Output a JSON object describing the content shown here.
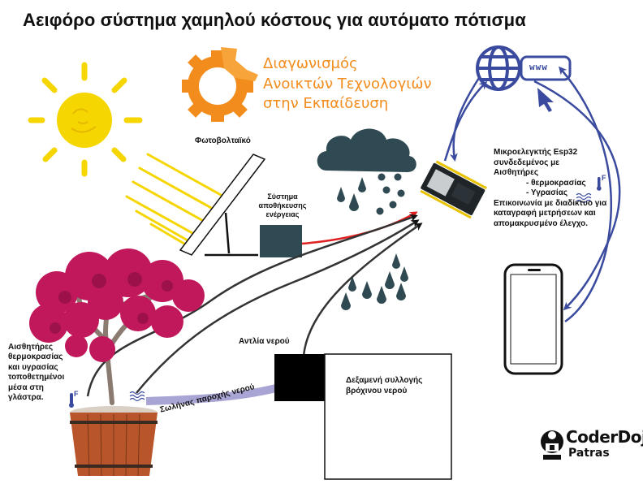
{
  "title": "Αειφόρο σύστημα χαμηλού κόστους για αυτόματο πότισμα",
  "logo": {
    "line1": "Διαγωνισμός",
    "line2": "Ανοικτών Τεχνολογιών",
    "line3": "στην Εκπαίδευση"
  },
  "labels": {
    "solar_panel": "Φωτοβολταϊκό",
    "storage_line1": "Σύστημα",
    "storage_line2": "αποθήκευσης",
    "storage_line3": "ενέργειας",
    "pump": "Αντλία νερού",
    "tank_line1": "Δεξαμενή συλλογής",
    "tank_line2": "βρόχινου νερού",
    "pipe": "Σωλήνας παροχής νερού",
    "sensors_line1": "Αισθητήρες",
    "sensors_line2": "θερμοκρασίας",
    "sensors_line3": "και υγρασίας",
    "sensors_line4": "τοποθετημένοι",
    "sensors_line5": "μέσα στη",
    "sensors_line6": "γλάστρα.",
    "mcu_line1": "Μικροελεγκτής Esp32",
    "mcu_line2": "συνδεδεμένος με",
    "mcu_line3": "Αισθητήρες",
    "mcu_line4": "- θερμοκρασίας",
    "mcu_line5": "- Υγρασίας",
    "mcu_line6": "Επικοινωνία με διαδίκτυο για",
    "mcu_line7": "καταγραφή μετρήσεων και",
    "mcu_line8": "απομακρυσμένο έλεγχο.",
    "www": "www",
    "thermo_unit": "F"
  },
  "coderdojo": {
    "name": "CoderDojo",
    "city": "Patras"
  },
  "colors": {
    "orange": "#f28c1c",
    "sun": "#f5d600",
    "rain": "#2f4a52",
    "battery": "#2f4a52",
    "red_wire": "#e02020",
    "wire": "#333333",
    "arrow_blue": "#3a4a9e",
    "flower": "#c0185a",
    "pot": "#b8552a",
    "pump": "#000000",
    "pipe": "#a8a4d4"
  },
  "icons": {
    "sun": "sun-icon",
    "cloud": "rain-cloud-icon",
    "globe": "globe-icon",
    "phone": "smartphone-icon",
    "gear": "gear-logo-icon",
    "thermometer": "thermometer-icon",
    "humidity": "humidity-icon",
    "cursor": "cursor-icon",
    "board": "esp32-board-icon"
  }
}
